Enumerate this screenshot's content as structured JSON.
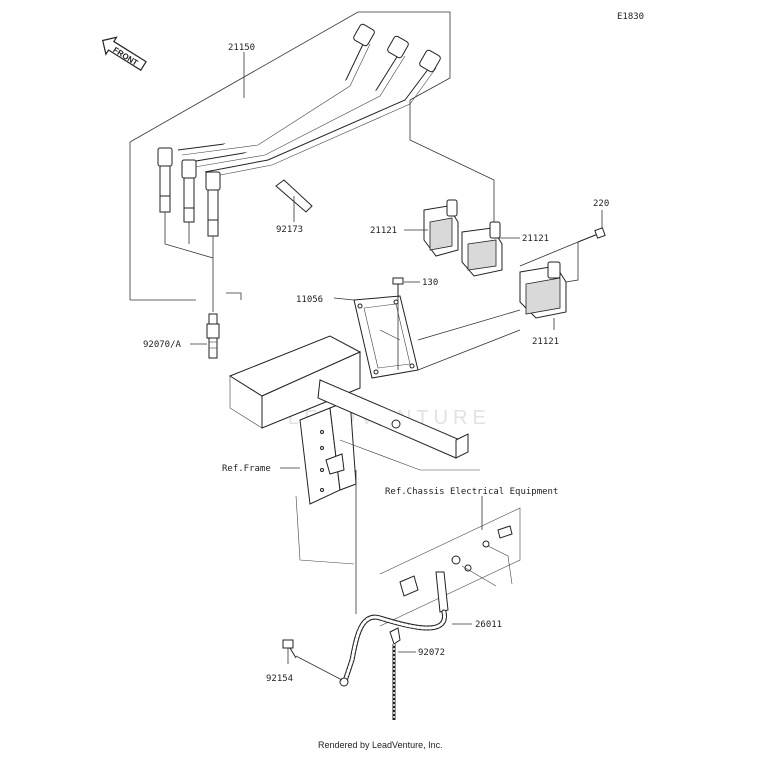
{
  "diagram_code": "E1830",
  "front_arrow_label": "FRONT",
  "watermark": "LEADVENTURE",
  "callouts": {
    "harness_set": "21150",
    "clamp_92173": "92173",
    "coil_left": "21121",
    "coil_center": "21121",
    "coil_right": "21121",
    "bolt_220": "220",
    "bolt_130": "130",
    "bracket": "11056",
    "spark_plug": "92070/A",
    "ref_frame": "Ref.Frame",
    "ref_chassis": "Ref.Chassis Electrical Equipment",
    "lead_26011": "26011",
    "band_92072": "92072",
    "bolt_92154": "92154"
  },
  "credit": "Rendered by LeadVenture, Inc."
}
